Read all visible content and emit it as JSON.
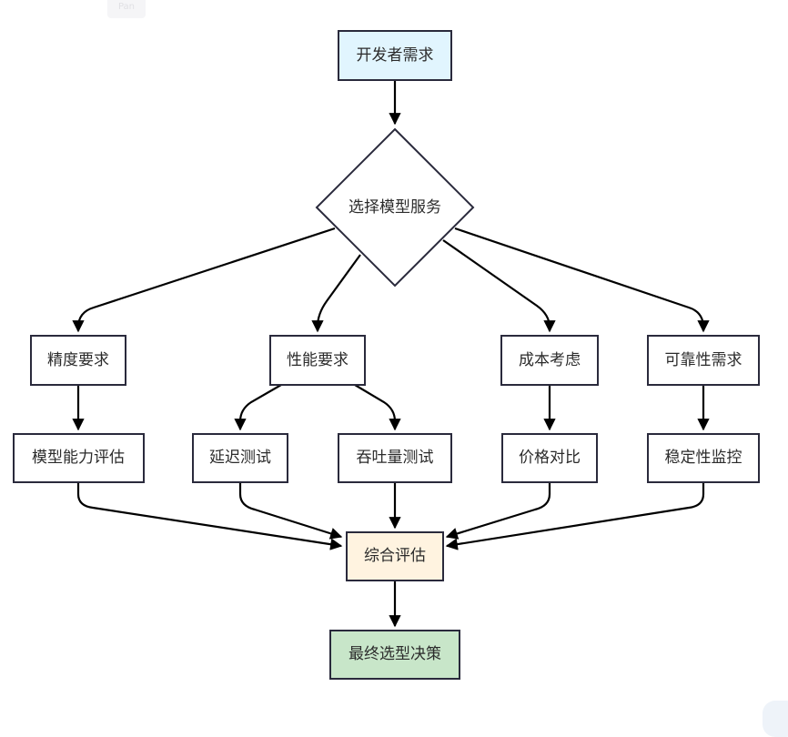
{
  "toolbar": {
    "pan_label": "Pan"
  },
  "diagram": {
    "colors": {
      "start_fill": "#e1f5fe",
      "default_fill": "#ffffff",
      "merge_fill": "#fff3e0",
      "end_fill": "#c8e6c9",
      "stroke": "#2a2a3c",
      "edge": "#000000"
    },
    "nodes": {
      "start": "开发者需求",
      "decision": "选择模型服务",
      "accuracy": "精度要求",
      "performance": "性能要求",
      "cost": "成本考虑",
      "reliability": "可靠性需求",
      "capability": "模型能力评估",
      "latency": "延迟测试",
      "throughput": "吞吐量测试",
      "price": "价格对比",
      "stability": "稳定性监控",
      "evaluate": "综合评估",
      "final": "最终选型决策"
    }
  }
}
